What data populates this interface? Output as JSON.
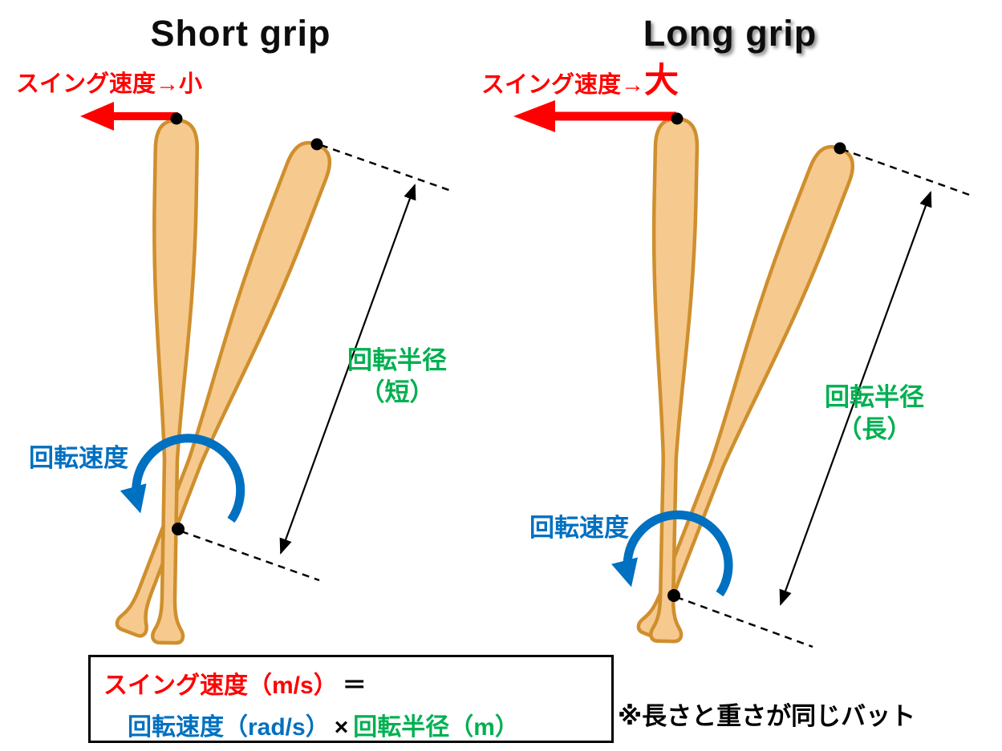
{
  "left": {
    "title": "Short grip",
    "swing_speed": "スイング速度→小",
    "radius_line1": "回転半径",
    "radius_line2": "（短）",
    "rotation_speed": "回転速度"
  },
  "right": {
    "title": "Long grip",
    "swing_speed_prefix": "スイング速度→",
    "swing_speed_emphasis": "大",
    "radius_line1": "回転半径",
    "radius_line2": "（長）",
    "rotation_speed": "回転速度"
  },
  "formula": {
    "swing_term": "スイング速度（m/s）",
    "equals": "＝",
    "rotation_term": "回転速度（rad/s）",
    "times": "×",
    "radius_term": "回転半径（m）"
  },
  "note": "※長さと重さが同じバット",
  "colors": {
    "swing_arrow_red": "#ff0000",
    "rotation_arrow_blue": "#0070c0",
    "radius_green": "#00b050",
    "bat_fill": "#f6c98e",
    "bat_outline": "#cf8f2e",
    "line_black": "#000000"
  }
}
